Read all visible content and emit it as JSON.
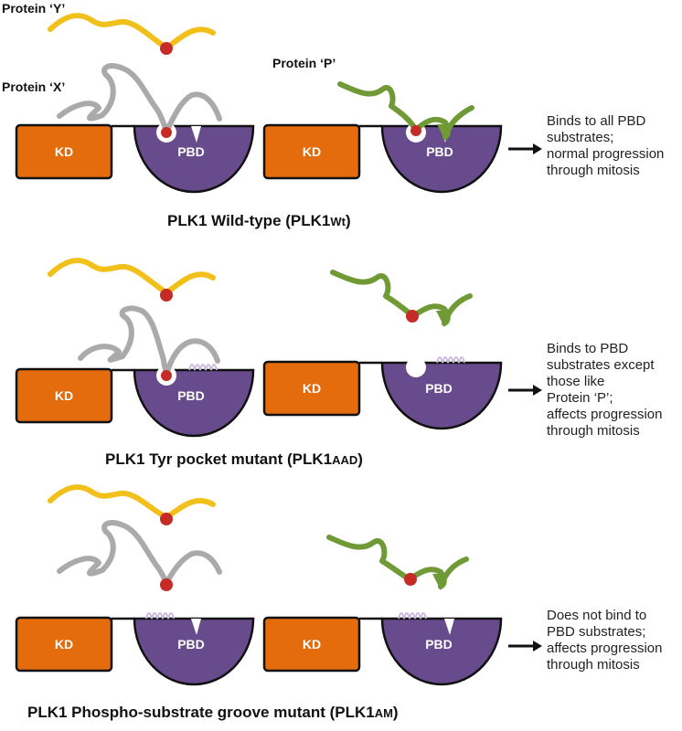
{
  "labels": {
    "protein_y": "Protein ‘Y’",
    "protein_x": "Protein ‘X’",
    "protein_p": "Protein ‘P’",
    "kd": "KD",
    "pbd": "PBD"
  },
  "panels": [
    {
      "title_main": "PLK1 Wild-type (PLK1",
      "title_sub": "Wt",
      "title_end": ")",
      "description": [
        "Binds to all PBD",
        "substrates;",
        "normal progression",
        "through mitosis"
      ]
    },
    {
      "title_main": "PLK1 Tyr pocket mutant (PLK1",
      "title_sub": "AAD",
      "title_end": ")",
      "description": [
        "Binds to PBD",
        "substrates except",
        "those like",
        "Protein ‘P’;",
        "affects progression",
        "through mitosis"
      ]
    },
    {
      "title_main": "PLK1 Phospho-substrate groove mutant (PLK1",
      "title_sub": "AM",
      "title_end": ")",
      "description": [
        "Does not bind to",
        "PBD substrates;",
        "affects progression",
        "through mitosis"
      ]
    }
  ],
  "colors": {
    "kd_fill": "#e56c0c",
    "pbd_fill": "#674b8c",
    "protein_y": "#f2c01a",
    "protein_x": "#aaaaaa",
    "protein_p": "#6f9a35",
    "phospho": "#c52c25",
    "mutation": "#c9b8df"
  }
}
